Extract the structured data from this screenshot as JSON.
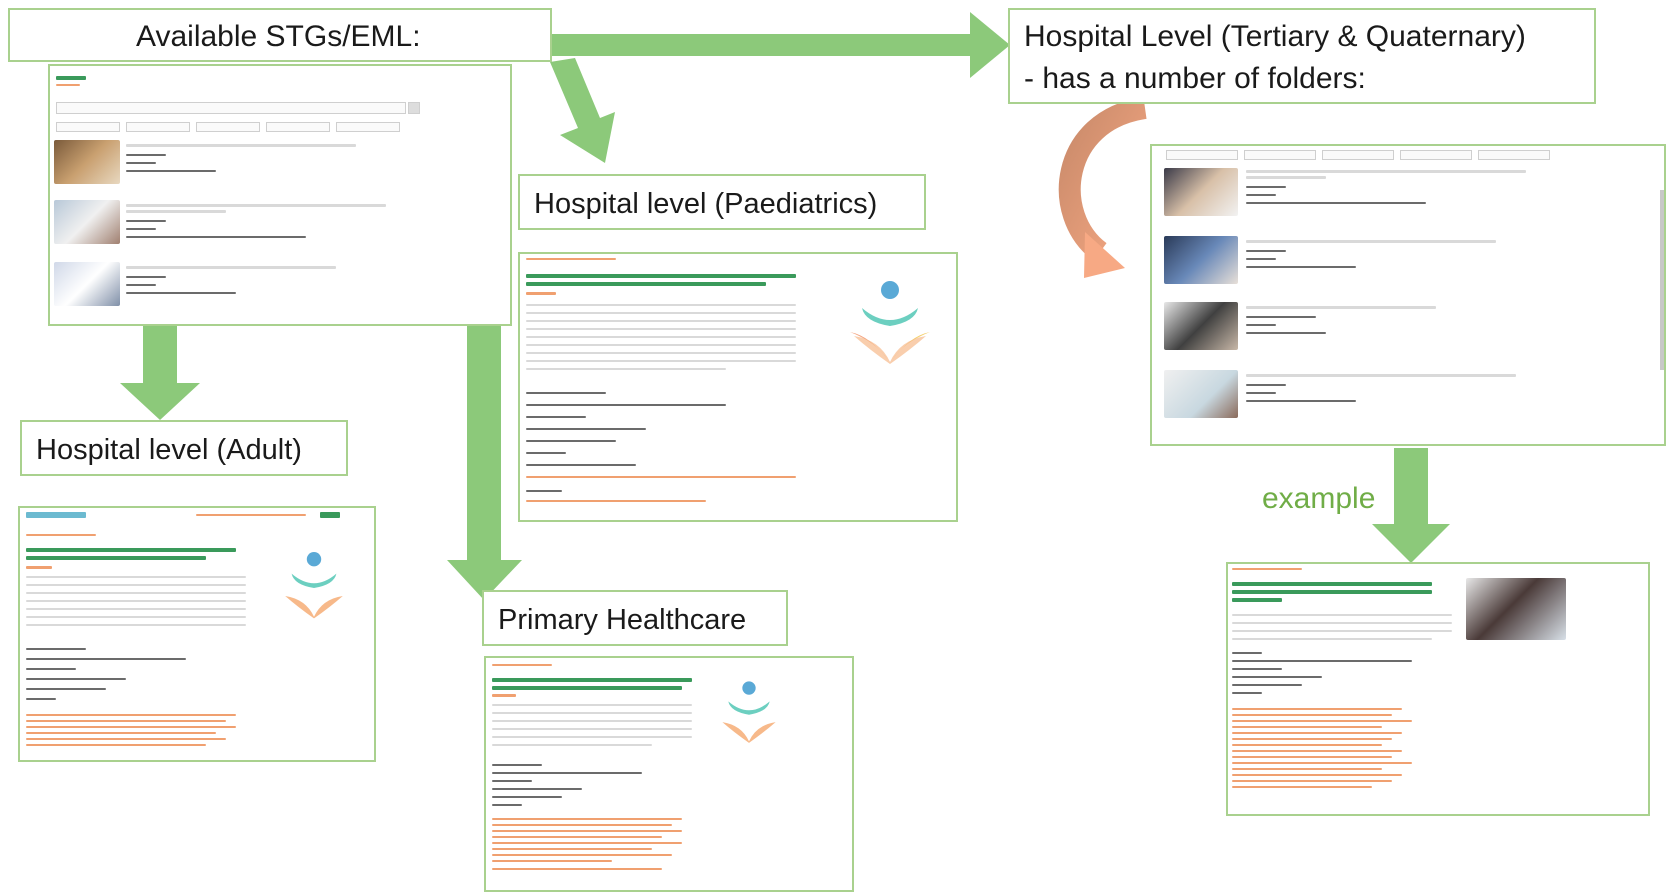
{
  "labels": {
    "available": "Available STGs/EML:",
    "tertiary_line1": "Hospital Level (Tertiary & Quaternary)",
    "tertiary_line2": "- has a number of folders:",
    "paediatrics": "Hospital level (Paediatrics)",
    "adult": "Hospital level (Adult)",
    "primary": "Primary Healthcare",
    "example": "example"
  },
  "colors": {
    "box_border": "#a9d18e",
    "arrow_green": "#8cc97a",
    "arrow_orange": "#f4a582",
    "example_text": "#70ad47",
    "link_orange": "#f0a070",
    "title_green": "#3a9a5b"
  },
  "icons": {
    "arrow": "flow-arrow",
    "logo": "teal-orange-hands-logo"
  }
}
